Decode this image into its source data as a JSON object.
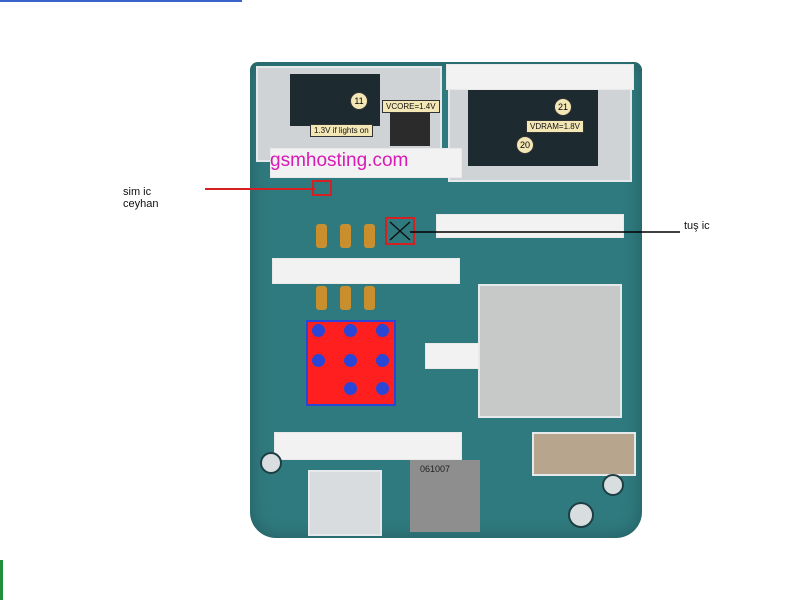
{
  "annotations": {
    "sim_ic_line1": "sim ic",
    "sim_ic_line2": "ceyhan",
    "tus_ic": "tuş ic",
    "watermark": "gsmhosting.com"
  },
  "board_labels": {
    "vcore": "VCORE=1.4V",
    "vdram": "VDRAM=1.8V",
    "lights": "1.3V if lights on",
    "n11": "11",
    "n20": "20",
    "n21": "21",
    "chip_code": "061007"
  },
  "colors": {
    "annotation_red": "#d42020",
    "annotation_black": "#000000",
    "watermark": "#d81ab5",
    "sim_highlight": "#ff1f1f",
    "sim_dots": "#2a46d6",
    "pcb": "#2f7a7e"
  }
}
